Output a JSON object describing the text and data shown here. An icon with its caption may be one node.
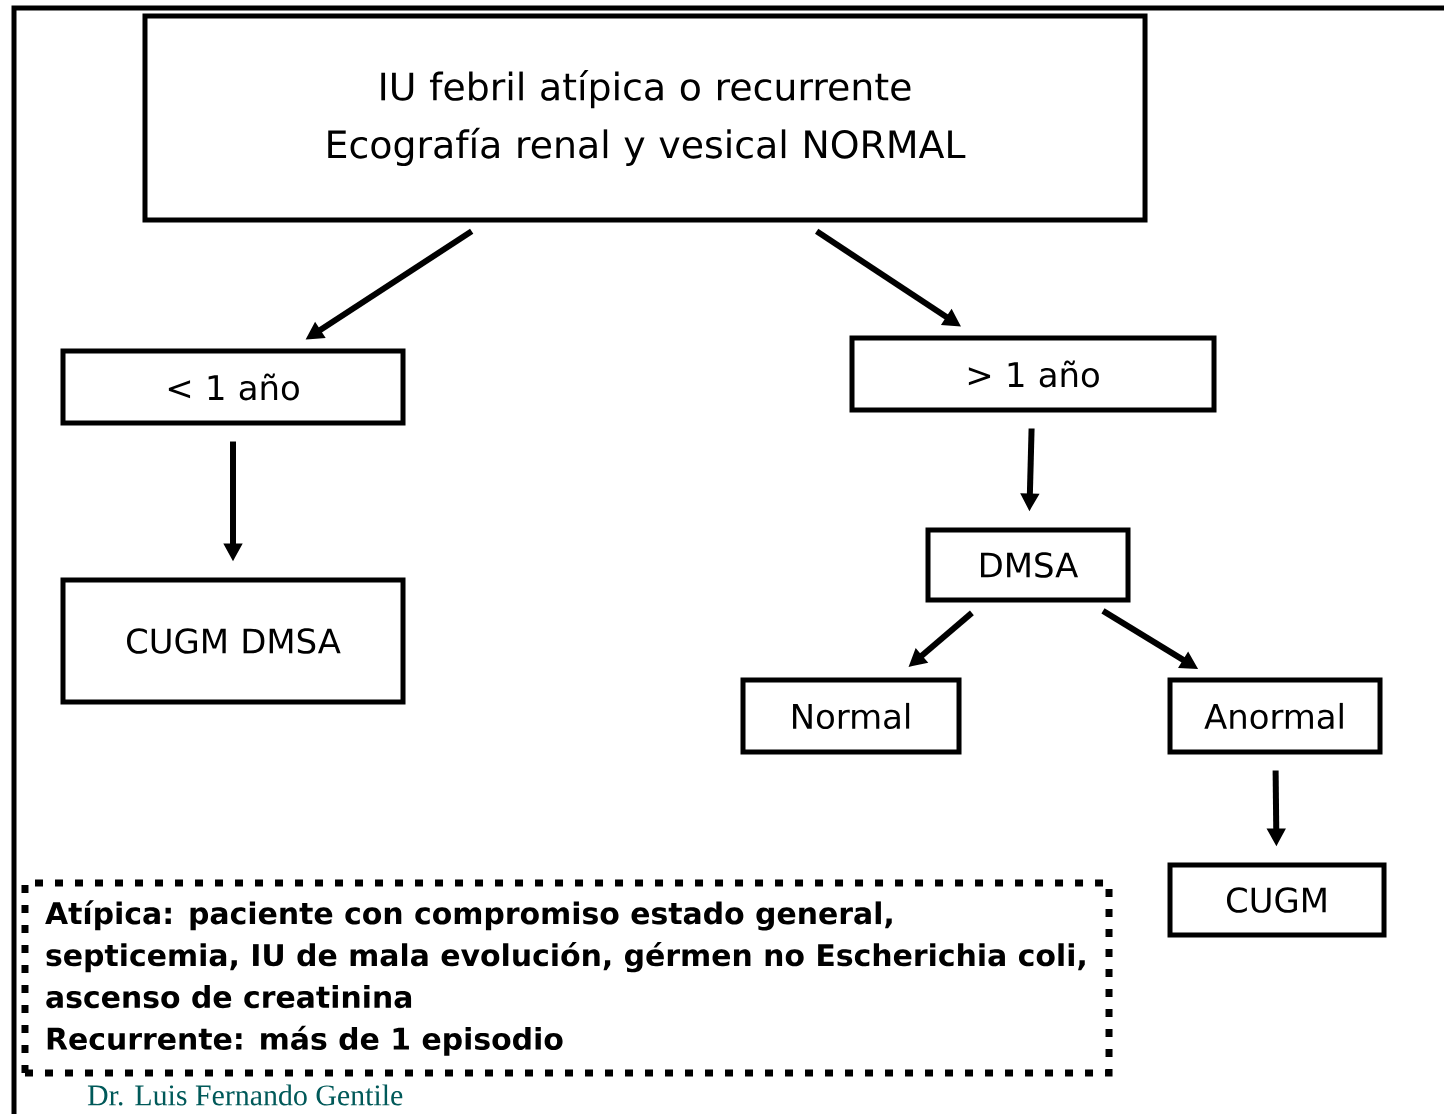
{
  "diagram": {
    "nodes": [
      {
        "text": [
          "IU febril atípica o recurrente Ecografía renal y vesical NORMAL"
        ]
      },
      {
        "text": [
          "< 1 año"
        ]
      },
      {
        "text": [
          "> 1 año"
        ]
      },
      {
        "text": [
          "CUGM DMSA"
        ]
      },
      {
        "text": [
          "DMSA"
        ]
      },
      {
        "text": [
          "Normal"
        ]
      },
      {
        "text": [
          "Anormal"
        ]
      },
      {
        "text": [
          "CUGM"
        ]
      },
      {
        "text": [
          "Atípica: paciente con compromiso estado general, septicemia, IU de mala evolución, gérmen no Escherichia coli, ascenso de creatinina",
          "Recurrente: más de 1 episodio"
        ]
      }
    ],
    "edges": [
      {
        "from": 0,
        "to": 1,
        "arrow": "to"
      },
      {
        "from": 0,
        "to": 2,
        "arrow": "to"
      },
      {
        "from": 1,
        "to": 3,
        "arrow": "to"
      },
      {
        "from": 2,
        "to": 4,
        "arrow": "to"
      },
      {
        "from": 4,
        "to": 5,
        "arrow": "to"
      },
      {
        "from": 4,
        "to": 6,
        "arrow": "to"
      },
      {
        "from": 6,
        "to": 7,
        "arrow": "to"
      }
    ],
    "labels": [
      "Dr. Luis Fernando Gentile"
    ]
  }
}
